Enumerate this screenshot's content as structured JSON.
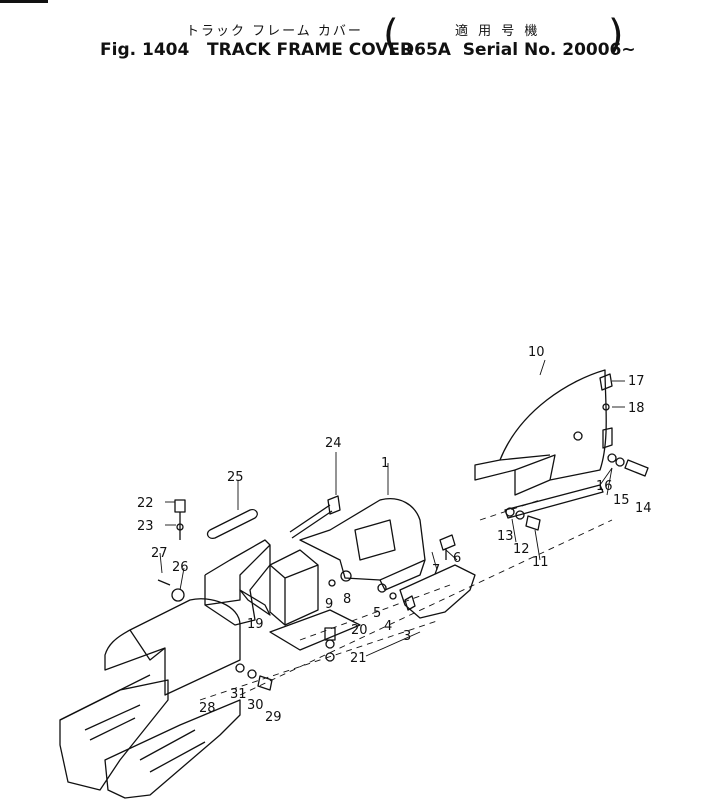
{
  "header": {
    "title_jp": "トラック フレーム カバー",
    "applicable_jp": "適 用 号 機",
    "figure_title": "Fig. 1404   TRACK FRAME COVER",
    "series": "D65A  Serial No. 20006~"
  },
  "parts": [
    "1",
    "3",
    "4",
    "5",
    "6",
    "7",
    "8",
    "9",
    "10",
    "11",
    "12",
    "13",
    "14",
    "15",
    "16",
    "17",
    "18",
    "19",
    "20",
    "21",
    "22",
    "23",
    "24",
    "25",
    "26",
    "27",
    "28",
    "29",
    "30",
    "31"
  ]
}
